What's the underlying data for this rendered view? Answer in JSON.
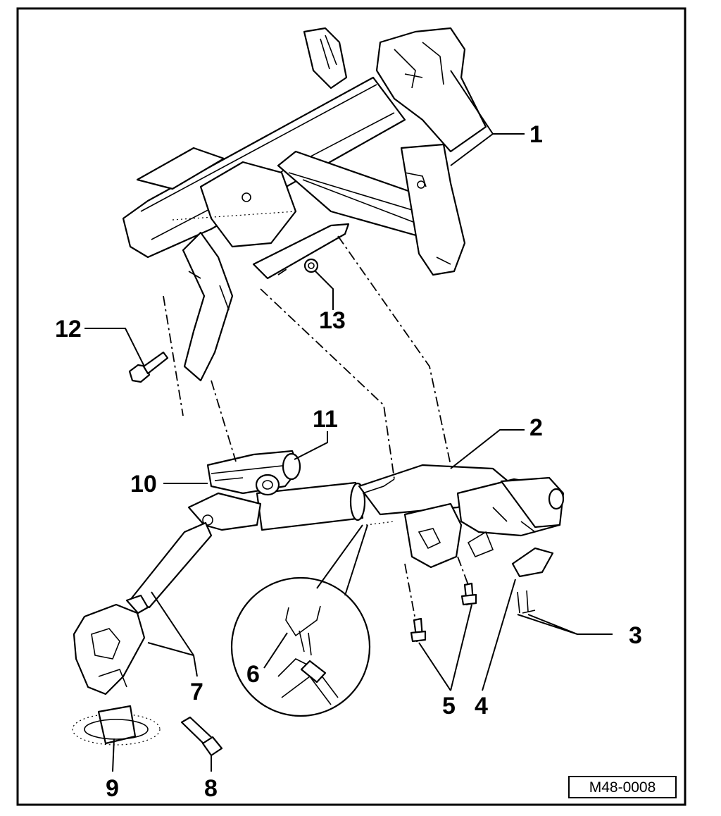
{
  "callouts": {
    "c1": "1",
    "c2": "2",
    "c3": "3",
    "c4": "4",
    "c5": "5",
    "c6": "6",
    "c7": "7",
    "c8": "8",
    "c9": "9",
    "c10": "10",
    "c11": "11",
    "c12": "12",
    "c13": "13"
  },
  "reference": "M48-0008"
}
